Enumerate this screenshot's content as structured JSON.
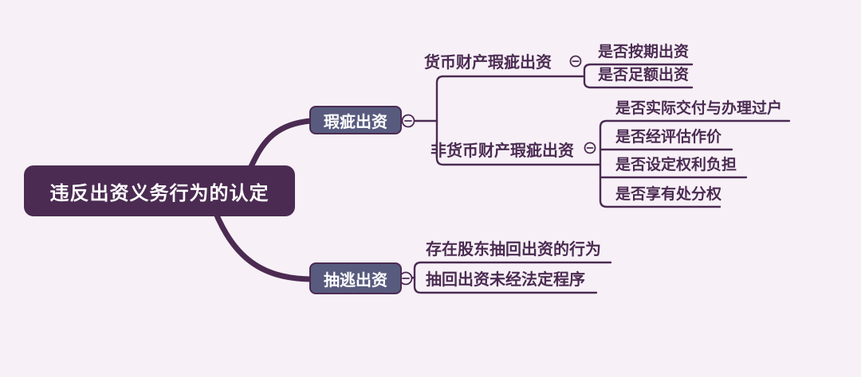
{
  "colors": {
    "background": "#f7f1f7",
    "root_fill": "#4b2b52",
    "branch_fill": "#585b7e",
    "line": "#4b2b52",
    "text": "#4b2b52",
    "node_text": "#ffffff"
  },
  "mindmap": {
    "root": {
      "label": "违反出资义务行为的认定"
    },
    "branches": [
      {
        "label": "瑕疵出资",
        "children": [
          {
            "label": "货币财产瑕疵出资",
            "children": [
              {
                "label": "是否按期出资"
              },
              {
                "label": "是否足额出资"
              }
            ]
          },
          {
            "label": "非货币财产瑕疵出资",
            "children": [
              {
                "label": "是否实际交付与办理过户"
              },
              {
                "label": "是否经评估作价"
              },
              {
                "label": "是否设定权利负担"
              },
              {
                "label": "是否享有处分权"
              }
            ]
          }
        ]
      },
      {
        "label": "抽逃出资",
        "children": [
          {
            "label": "存在股东抽回出资的行为"
          },
          {
            "label": "抽回出资未经法定程序"
          }
        ]
      }
    ]
  }
}
